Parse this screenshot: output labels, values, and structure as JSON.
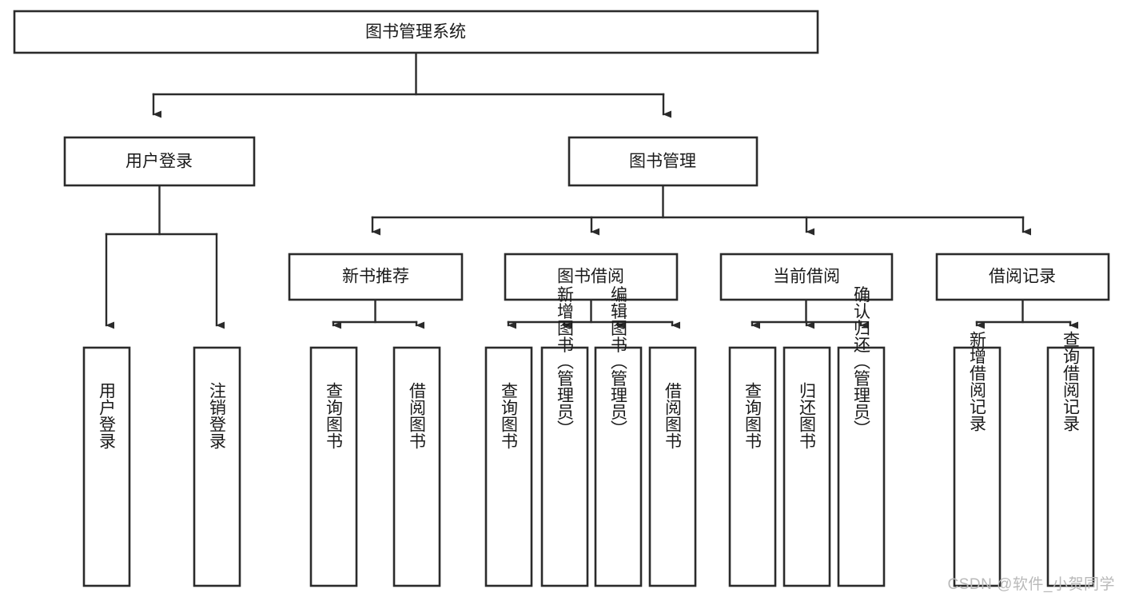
{
  "diagram": {
    "type": "tree-hierarchy",
    "title": "图书管理系统",
    "colors": {
      "box_stroke": "#2b2b2b",
      "box_fill": "#ffffff",
      "line": "#2b2b2b",
      "text": "#1a1a1a",
      "background": "#ffffff",
      "watermark": "#b9b9b9"
    },
    "levels": {
      "root": {
        "label": "图书管理系统"
      },
      "level2": [
        {
          "id": "user-login",
          "label": "用户登录"
        },
        {
          "id": "book-management",
          "label": "图书管理"
        }
      ],
      "level3": [
        {
          "id": "new-book-recommend",
          "label": "新书推荐",
          "parent": "book-management"
        },
        {
          "id": "book-borrow",
          "label": "图书借阅",
          "parent": "book-management"
        },
        {
          "id": "current-borrow",
          "label": "当前借阅",
          "parent": "book-management"
        },
        {
          "id": "borrow-record",
          "label": "借阅记录",
          "parent": "book-management"
        }
      ],
      "leaves": [
        {
          "id": "leaf-user-login",
          "label": "用户登录",
          "parent": "user-login"
        },
        {
          "id": "leaf-logout-login",
          "label": "注销登录",
          "parent": "user-login"
        },
        {
          "id": "leaf-query-book-1",
          "label": "查询图书",
          "parent": "new-book-recommend"
        },
        {
          "id": "leaf-borrow-book-1",
          "label": "借阅图书",
          "parent": "new-book-recommend"
        },
        {
          "id": "leaf-query-book-2",
          "label": "查询图书",
          "parent": "book-borrow"
        },
        {
          "id": "leaf-add-book",
          "label": "新增图书（管理员）",
          "parent": "book-borrow"
        },
        {
          "id": "leaf-edit-book",
          "label": "编辑图书（管理员）",
          "parent": "book-borrow"
        },
        {
          "id": "leaf-borrow-book-2",
          "label": "借阅图书",
          "parent": "book-borrow"
        },
        {
          "id": "leaf-query-book-3",
          "label": "查询图书",
          "parent": "current-borrow"
        },
        {
          "id": "leaf-return-book",
          "label": "归还图书",
          "parent": "current-borrow"
        },
        {
          "id": "leaf-confirm-return",
          "label": "确认归还（管理员）",
          "parent": "current-borrow"
        },
        {
          "id": "leaf-add-record",
          "label": "新增借阅记录",
          "parent": "borrow-record"
        },
        {
          "id": "leaf-query-record",
          "label": "查询借阅记录",
          "parent": "borrow-record"
        }
      ]
    },
    "watermark": "CSDN @软件_小贺同学"
  }
}
